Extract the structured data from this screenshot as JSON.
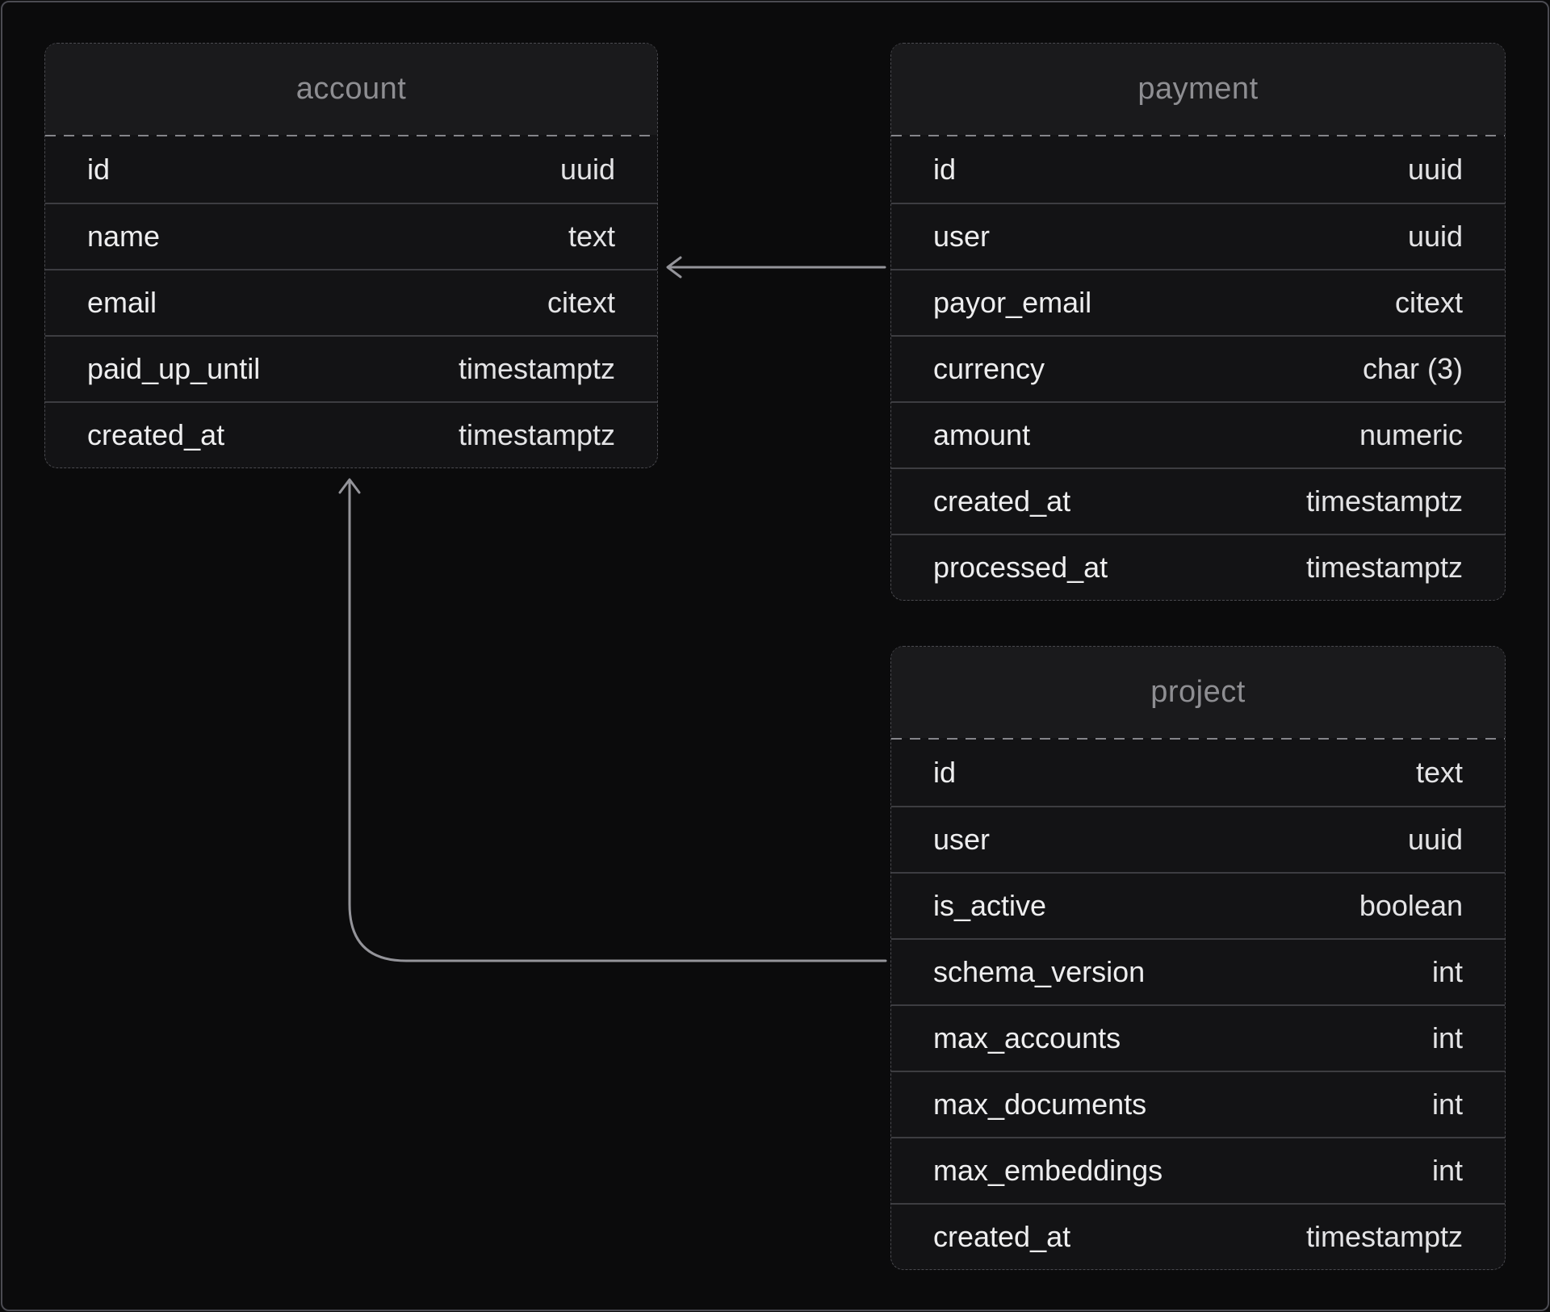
{
  "diagram": {
    "tables": [
      {
        "name": "account",
        "columns": [
          {
            "name": "id",
            "type": "uuid"
          },
          {
            "name": "name",
            "type": "text"
          },
          {
            "name": "email",
            "type": "citext"
          },
          {
            "name": "paid_up_until",
            "type": "timestamptz"
          },
          {
            "name": "created_at",
            "type": "timestamptz"
          }
        ]
      },
      {
        "name": "payment",
        "columns": [
          {
            "name": "id",
            "type": "uuid"
          },
          {
            "name": "user",
            "type": "uuid"
          },
          {
            "name": "payor_email",
            "type": "citext"
          },
          {
            "name": "currency",
            "type": "char (3)"
          },
          {
            "name": "amount",
            "type": "numeric"
          },
          {
            "name": "created_at",
            "type": "timestamptz"
          },
          {
            "name": "processed_at",
            "type": "timestamptz"
          }
        ]
      },
      {
        "name": "project",
        "columns": [
          {
            "name": "id",
            "type": "text"
          },
          {
            "name": "user",
            "type": "uuid"
          },
          {
            "name": "is_active",
            "type": "boolean"
          },
          {
            "name": "schema_version",
            "type": "int"
          },
          {
            "name": "max_accounts",
            "type": "int"
          },
          {
            "name": "max_documents",
            "type": "int"
          },
          {
            "name": "max_embeddings",
            "type": "int"
          },
          {
            "name": "created_at",
            "type": "timestamptz"
          }
        ]
      }
    ],
    "relations": [
      {
        "from": "payment",
        "to": "account"
      },
      {
        "from": "project",
        "to": "account"
      }
    ],
    "colors": {
      "canvas_background": "#0b0b0c",
      "frame_border": "#4b4b52",
      "table_background": "#131315",
      "table_header_background": "#1a1a1c",
      "table_border": "#4a4a4f",
      "header_divider": "#85858a",
      "row_divider": "#3d3d41",
      "title_text": "#8e8e92",
      "column_text": "#eeeeef",
      "type_text": "#e4e4e6",
      "arrow": "#94949a"
    }
  }
}
